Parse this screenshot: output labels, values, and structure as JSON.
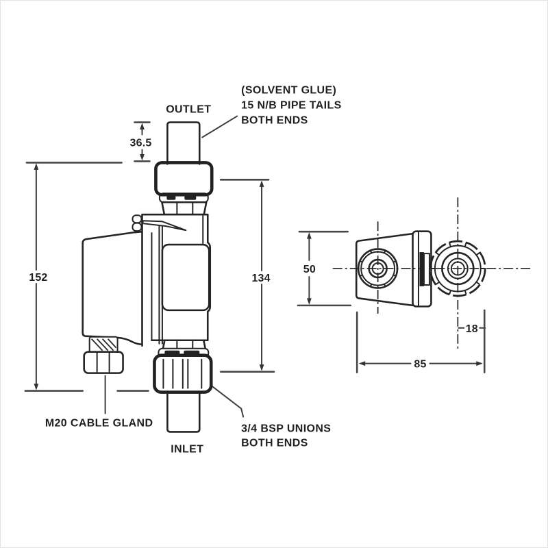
{
  "drawing": {
    "kind": "technical-dimension-drawing",
    "colors": {
      "line": "#242424",
      "dim_line": "#3d3d3d",
      "background": "#ffffff",
      "frame": "#e3e3e3"
    }
  },
  "front_view": {
    "outlet_label": "OUTLET",
    "inlet_label": "INLET",
    "cable_gland_label": "M20 CABLE GLAND",
    "pipe_note": [
      "(SOLVENT GLUE)",
      "15 N/B PIPE TAILS",
      "BOTH ENDS"
    ],
    "union_note": [
      "3/4 BSP UNIONS",
      "BOTH ENDS"
    ],
    "dims": {
      "pipe_tail": "36.5",
      "overall_height": "152",
      "across_unions": "134"
    }
  },
  "side_view": {
    "dims": {
      "body_height": "50",
      "centre_offset": "18",
      "overall_width": "85"
    }
  }
}
